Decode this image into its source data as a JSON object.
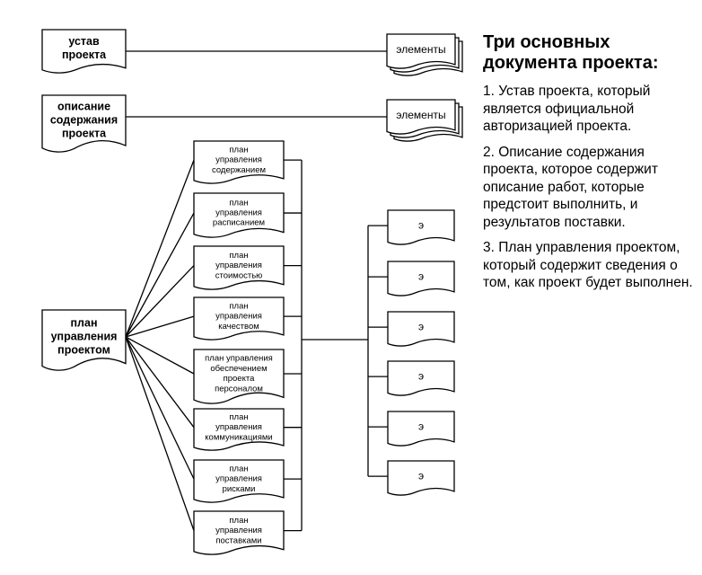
{
  "docs": {
    "charter": [
      "устав",
      "проекта"
    ],
    "scope": [
      "описание",
      "содержания",
      "проекта"
    ],
    "pmplan": [
      "план",
      "управления",
      "проектом"
    ]
  },
  "elements_label": "элементы",
  "element_label": "элемент",
  "subplans": [
    [
      "план",
      "управления",
      "содержанием"
    ],
    [
      "план",
      "управления",
      "расписанием"
    ],
    [
      "план",
      "управления",
      "стоимостью"
    ],
    [
      "план",
      "управления",
      "качеством"
    ],
    [
      "план управления",
      "обеспечением",
      "проекта",
      "персоналом"
    ],
    [
      "план",
      "управления",
      "коммуникациями"
    ],
    [
      "план",
      "управления",
      "рисками"
    ],
    [
      "план",
      "управления",
      "поставками"
    ]
  ],
  "sidebar": {
    "title": "Три основных документа проекта:",
    "items": [
      "1. Устав проекта, который является официальной авторизацией проекта.",
      "2. Описание содержания проекта, которое содержит описание работ, которые предстоит выполнить, и результатов поставки.",
      "3. План управления проектом, который содержит сведения о том, как проект будет выполнен."
    ]
  }
}
